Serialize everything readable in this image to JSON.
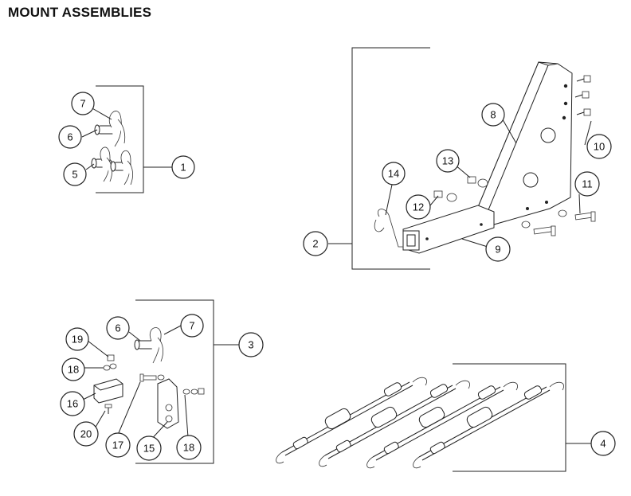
{
  "title": "MOUNT ASSEMBLIES",
  "callouts": [
    {
      "id": "c1",
      "label": "1"
    },
    {
      "id": "c2",
      "label": "2"
    },
    {
      "id": "c3",
      "label": "3"
    },
    {
      "id": "c4",
      "label": "4"
    },
    {
      "id": "c5",
      "label": "5"
    },
    {
      "id": "c6a",
      "label": "6"
    },
    {
      "id": "c6b",
      "label": "6"
    },
    {
      "id": "c7a",
      "label": "7"
    },
    {
      "id": "c7b",
      "label": "7"
    },
    {
      "id": "c8",
      "label": "8"
    },
    {
      "id": "c9",
      "label": "9"
    },
    {
      "id": "c10",
      "label": "10"
    },
    {
      "id": "c11",
      "label": "11"
    },
    {
      "id": "c12",
      "label": "12"
    },
    {
      "id": "c13",
      "label": "13"
    },
    {
      "id": "c14",
      "label": "14"
    },
    {
      "id": "c15",
      "label": "15"
    },
    {
      "id": "c16",
      "label": "16"
    },
    {
      "id": "c17",
      "label": "17"
    },
    {
      "id": "c18a",
      "label": "18"
    },
    {
      "id": "c18b",
      "label": "18"
    },
    {
      "id": "c19",
      "label": "19"
    },
    {
      "id": "c20",
      "label": "20"
    }
  ]
}
